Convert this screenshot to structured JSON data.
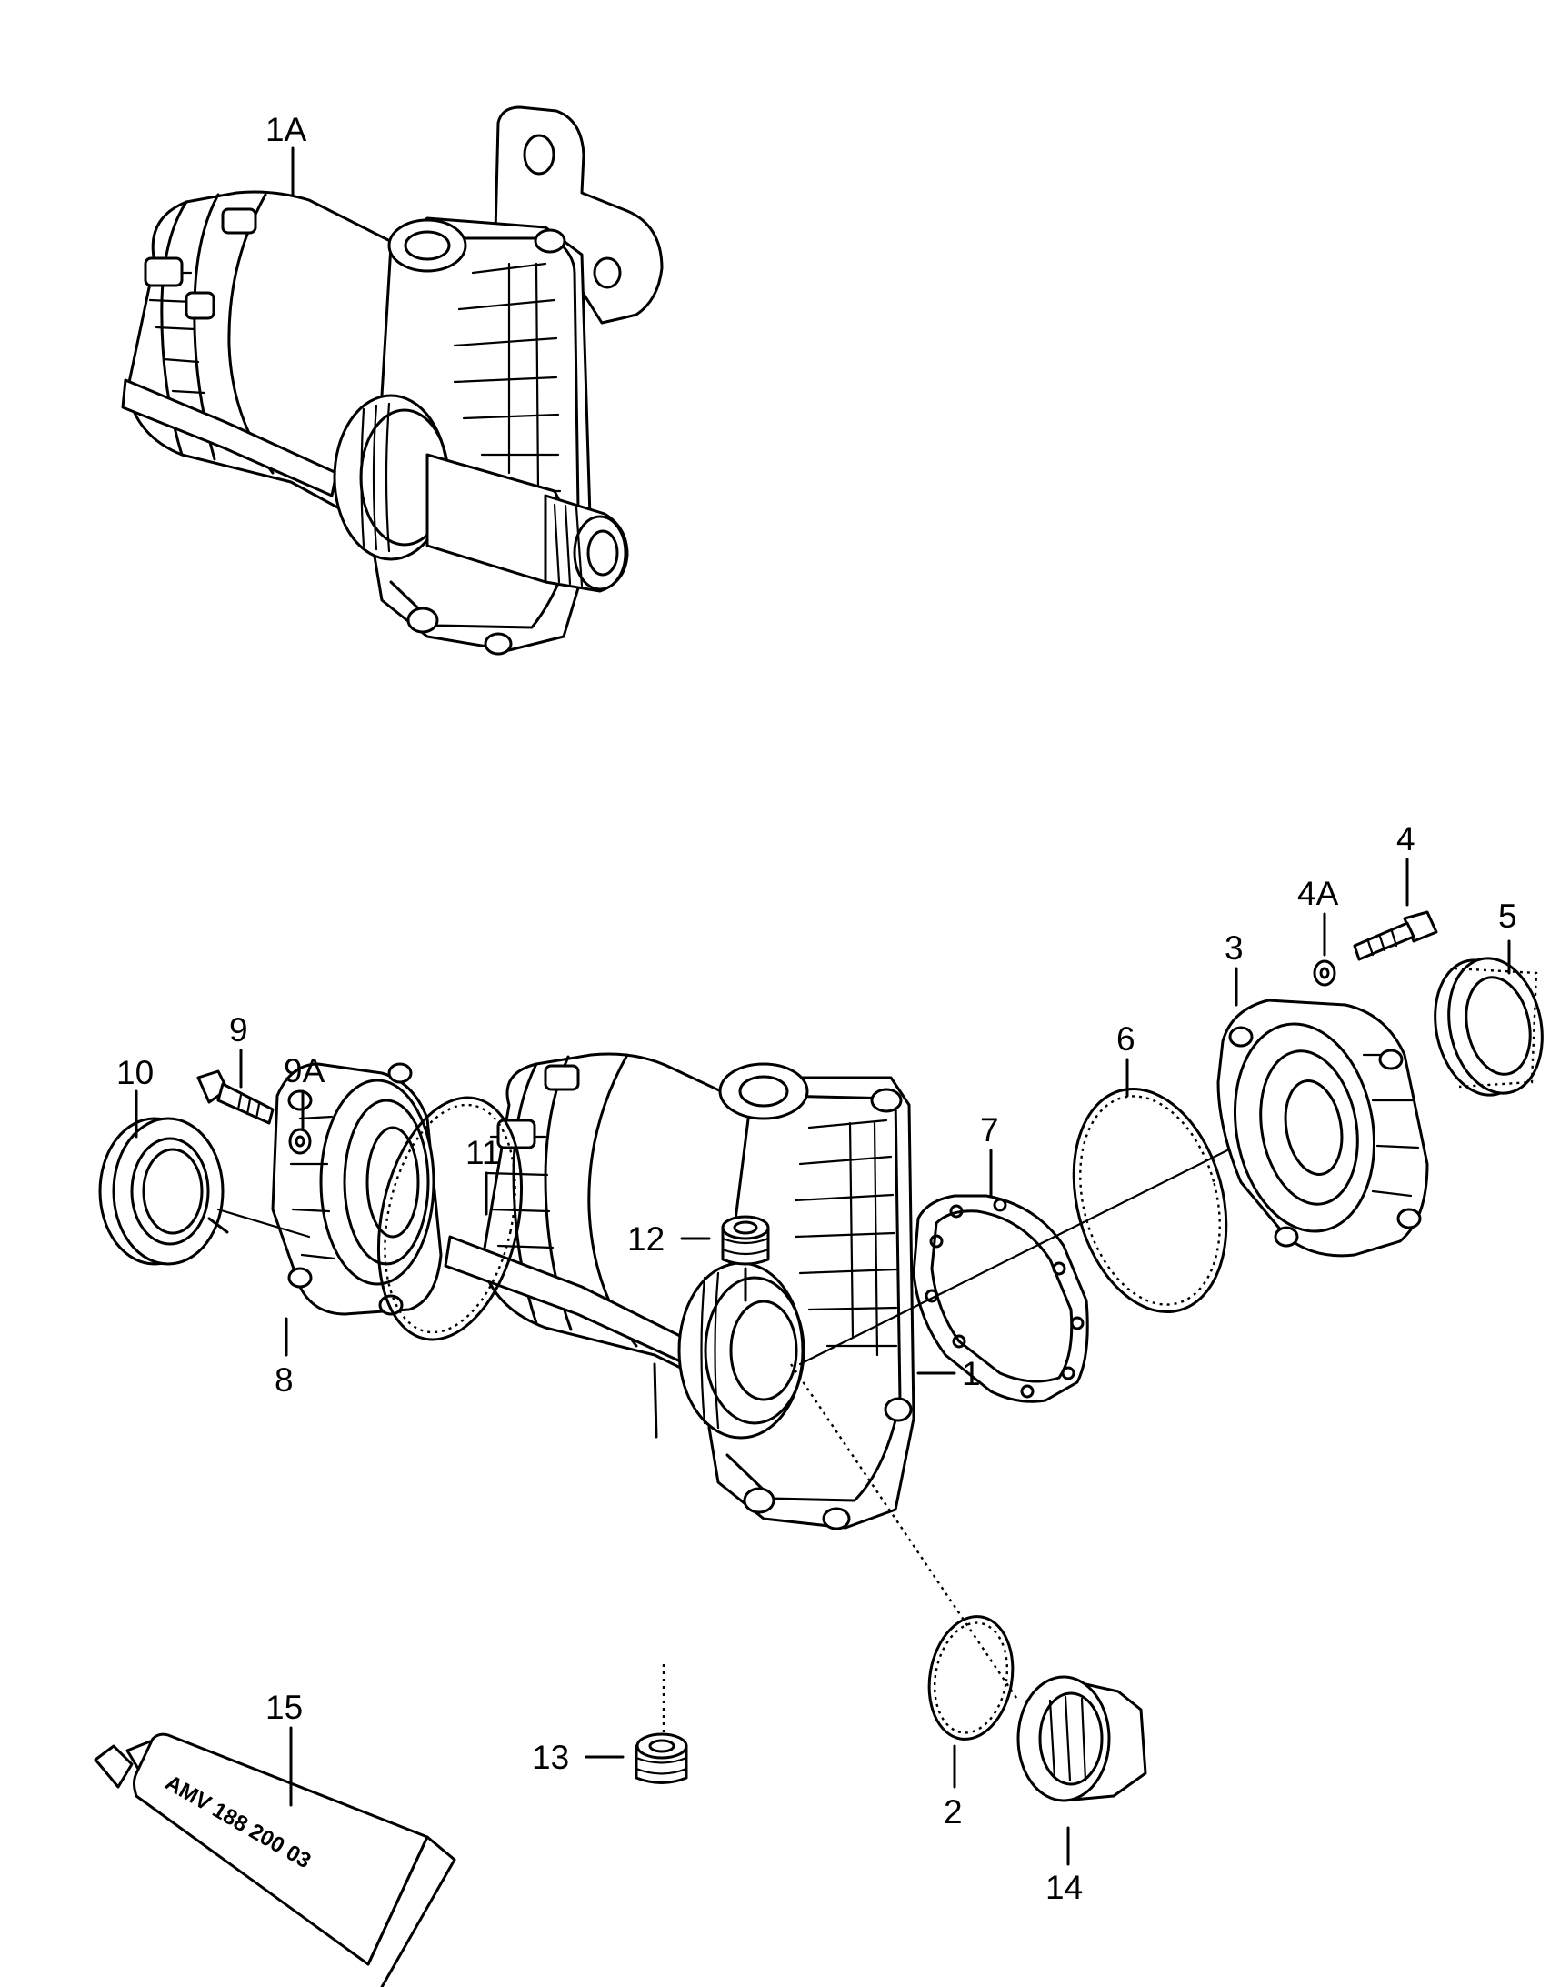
{
  "labels": {
    "p1": "1",
    "p1a": "1A",
    "p2": "2",
    "p3": "3",
    "p4": "4",
    "p4a": "4A",
    "p5": "5",
    "p6": "6",
    "p7": "7",
    "p8": "8",
    "p9": "9",
    "p9a": "9A",
    "p10": "10",
    "p11": "11",
    "p12": "12",
    "p13": "13",
    "p14": "14",
    "p15": "15"
  },
  "tube_text": "AMV 188 200 03"
}
